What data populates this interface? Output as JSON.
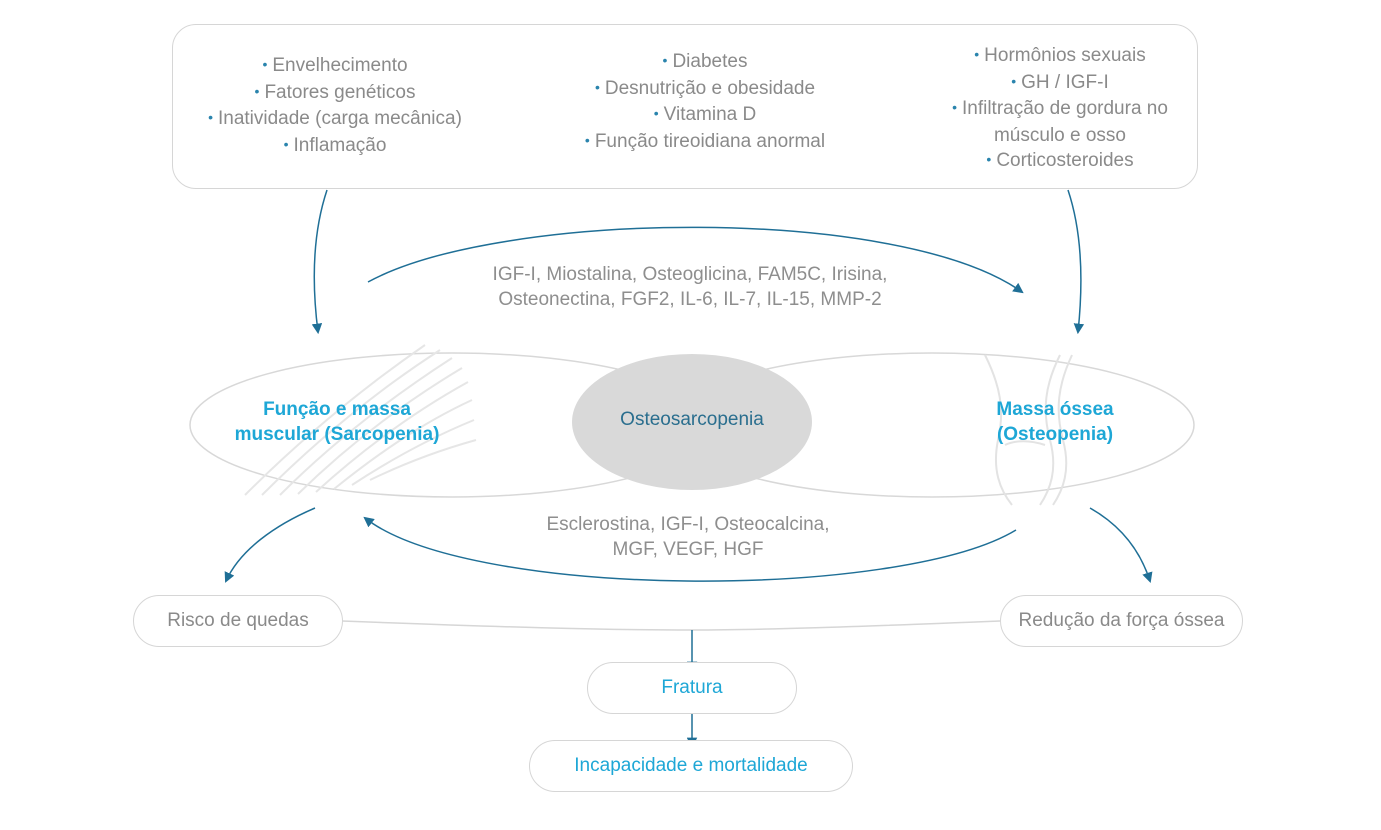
{
  "risk_factors": {
    "left": [
      "Envelhecimento",
      "Fatores genéticos",
      "Inatividade (carga mecânica)",
      "Inflamação"
    ],
    "middle": [
      "Diabetes",
      "Desnutrição e obesidade",
      "Vitamina D",
      "Função tireoidiana anormal"
    ],
    "right": [
      "Hormônios sexuais",
      "GH / IGF-I",
      "Infiltração de gordura no",
      "músculo e osso",
      "Corticosteroides"
    ]
  },
  "bullet": "•",
  "mediators": {
    "muscle_to_bone": [
      "IGF-I, Miostalina, Osteoglicina, FAM5C, Irisina,",
      "Osteonectina, FGF2, IL-6, IL-7, IL-15, MMP-2"
    ],
    "bone_to_muscle": [
      "Esclerostina,  IGF-I, Osteocalcina,",
      "MGF, VEGF, HGF"
    ]
  },
  "domains": {
    "muscle": [
      "Função e massa",
      "muscular (Sarcopenia)"
    ],
    "bone": [
      "Massa óssea",
      "(Osteopenia)"
    ],
    "overlap": "Osteosarcopenia"
  },
  "outcomes": {
    "falls": "Risco de quedas",
    "bone_strength": "Redução da força óssea",
    "fracture": "Fratura",
    "disability": "Incapacidade e mortalidade"
  },
  "colors": {
    "accent_blue": "#1ea7d6",
    "arrow_blue": "#1f6f96",
    "text_grey": "#8a8a8a",
    "border_grey": "#d6d6d6",
    "overlap_fill": "#d9d9d9"
  }
}
